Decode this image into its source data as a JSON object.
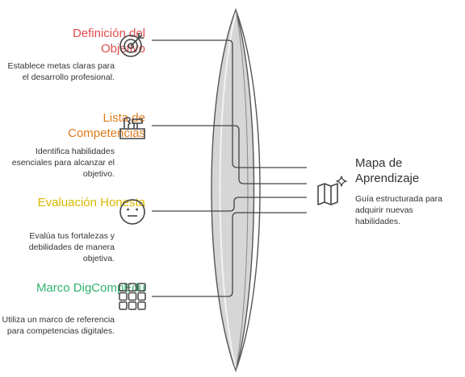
{
  "colors": {
    "red": "#e04b4b",
    "orange": "#e07b1c",
    "yellow": "#d9b800",
    "green": "#2fb36b",
    "text": "#333333",
    "line": "#444444",
    "lens_fill": "#d4d4d4"
  },
  "items": [
    {
      "title": "Definición del Objetivo",
      "description": "Establece metas claras para el desarrollo profesional.",
      "icon": "target-icon"
    },
    {
      "title": "Lista de Competencias",
      "description": "Identifica habilidades esenciales para alcanzar el objetivo.",
      "icon": "toolbox-icon"
    },
    {
      "title": "Evaluación Honesta",
      "description": "Evalúa tus fortalezas y debilidades de manera objetiva.",
      "icon": "neutral-face-icon"
    },
    {
      "title": "Marco DigCompEdu",
      "description": "Utiliza un marco de referencia para competencias digitales.",
      "icon": "grid-icon"
    }
  ],
  "result": {
    "title": "Mapa de Aprendizaje",
    "description": "Guía estructurada para adquirir nuevas habilidades.",
    "icon": "map-sparkle-icon"
  }
}
